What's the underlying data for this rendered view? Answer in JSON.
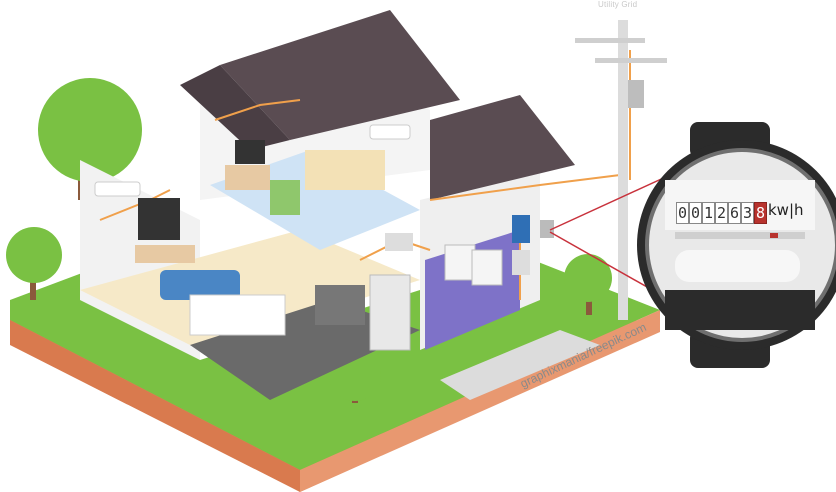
{
  "labels": {
    "grid": "Utility Grid",
    "credit": "graphixmania/freepik.com"
  },
  "meter": {
    "digits": [
      "0",
      "0",
      "1",
      "2",
      "6",
      "3",
      "8"
    ],
    "unit": "kw|h"
  },
  "colors": {
    "roof": "#5a4c52",
    "wall": "#eeeeee",
    "wire": "#f0a04b",
    "grass": "#7ac143",
    "soil": "#e88e62",
    "meter_red": "#b8332e"
  }
}
